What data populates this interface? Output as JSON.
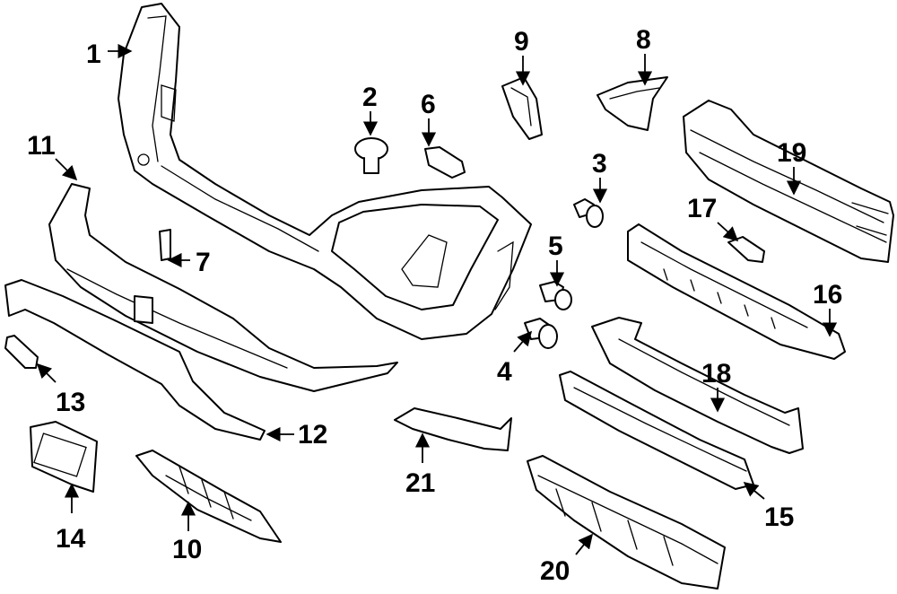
{
  "callouts": [
    {
      "num": "1"
    },
    {
      "num": "2"
    },
    {
      "num": "3"
    },
    {
      "num": "4"
    },
    {
      "num": "5"
    },
    {
      "num": "6"
    },
    {
      "num": "7"
    },
    {
      "num": "8"
    },
    {
      "num": "9"
    },
    {
      "num": "10"
    },
    {
      "num": "11"
    },
    {
      "num": "12"
    },
    {
      "num": "13"
    },
    {
      "num": "14"
    },
    {
      "num": "15"
    },
    {
      "num": "16"
    },
    {
      "num": "17"
    },
    {
      "num": "18"
    },
    {
      "num": "19"
    },
    {
      "num": "20"
    },
    {
      "num": "21"
    }
  ]
}
